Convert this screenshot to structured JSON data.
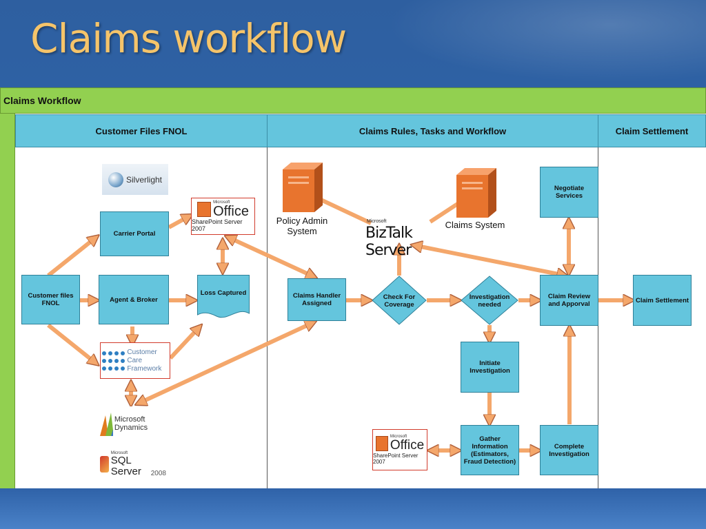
{
  "slide": {
    "title": "Claims workflow"
  },
  "diagram": {
    "header": "Claims Workflow",
    "lanes": [
      "Customer Files FNOL",
      "Claims Rules, Tasks and Workflow",
      "Claim Settlement"
    ],
    "nodes": {
      "customer_files": "Customer files FNOL",
      "carrier_portal": "Carrier Portal",
      "agent_broker": "Agent & Broker",
      "loss_captured": "Loss Captured",
      "handler_assigned": "Claims Handler Assigned",
      "check_coverage": "Check For Coverage",
      "investigation_needed": "Investigation needed",
      "initiate_investigation": "Initiate Investigation",
      "gather_information": "Gather Information (Estimators, Fraud Detection)",
      "complete_investigation": "Complete Investigation",
      "claim_review": "Claim Review and Apporval",
      "negotiate_services": "Negotiate Services",
      "claim_settlement": "Claim Settlement",
      "policy_admin": "Policy Admin System",
      "claims_system": "Claims System"
    },
    "logos": {
      "silverlight": "Silverlight",
      "microsoft_small": "Microsoft",
      "office": "Office",
      "sharepoint": "SharePoint Server 2007",
      "ccf_line1": "Customer Care",
      "ccf_line2": "Framework",
      "dynamics": "Microsoft Dynamics",
      "sql": "SQL Server",
      "sql_year": "2008",
      "biztalk": "BizTalk Server"
    }
  },
  "colors": {
    "green": "#92d050",
    "box_blue": "#64c5dd",
    "arrow_orange": "#f4a76b",
    "title_gold": "#f5c46a"
  }
}
